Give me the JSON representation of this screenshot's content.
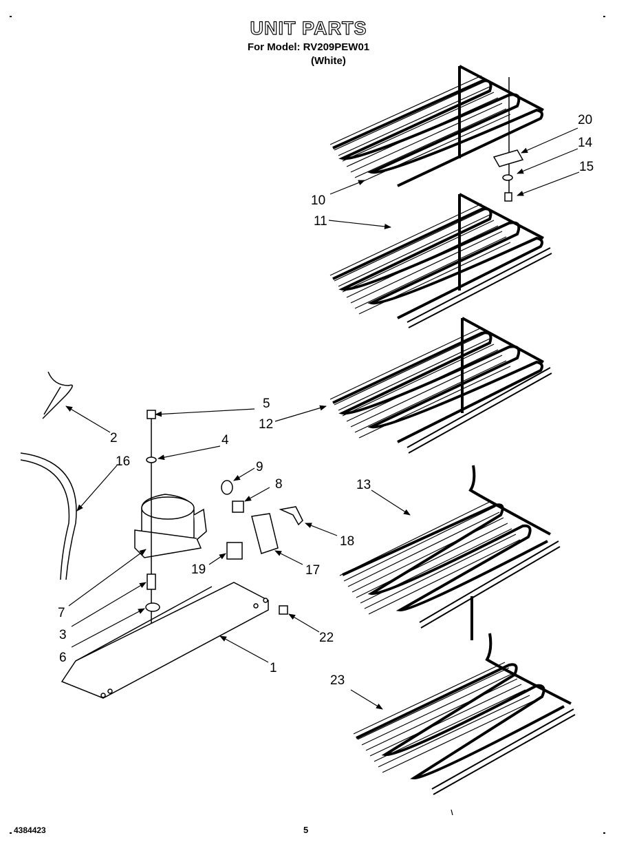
{
  "header": {
    "title": "UNIT PARTS",
    "model_line": "For Model: RV209PEW01",
    "variant": "(White)"
  },
  "footer": {
    "doc_number": "4384423",
    "page_number": "5"
  },
  "callouts": [
    {
      "id": "20",
      "label": "20"
    },
    {
      "id": "14",
      "label": "14"
    },
    {
      "id": "15",
      "label": "15"
    },
    {
      "id": "10",
      "label": "10"
    },
    {
      "id": "11",
      "label": "11"
    },
    {
      "id": "5",
      "label": "5"
    },
    {
      "id": "12",
      "label": "12"
    },
    {
      "id": "2",
      "label": "2"
    },
    {
      "id": "4",
      "label": "4"
    },
    {
      "id": "16",
      "label": "16"
    },
    {
      "id": "9",
      "label": "9"
    },
    {
      "id": "8",
      "label": "8"
    },
    {
      "id": "13",
      "label": "13"
    },
    {
      "id": "18",
      "label": "18"
    },
    {
      "id": "19",
      "label": "19"
    },
    {
      "id": "17",
      "label": "17"
    },
    {
      "id": "7",
      "label": "7"
    },
    {
      "id": "3",
      "label": "3"
    },
    {
      "id": "22",
      "label": "22"
    },
    {
      "id": "6",
      "label": "6"
    },
    {
      "id": "1",
      "label": "1"
    },
    {
      "id": "23",
      "label": "23"
    }
  ]
}
